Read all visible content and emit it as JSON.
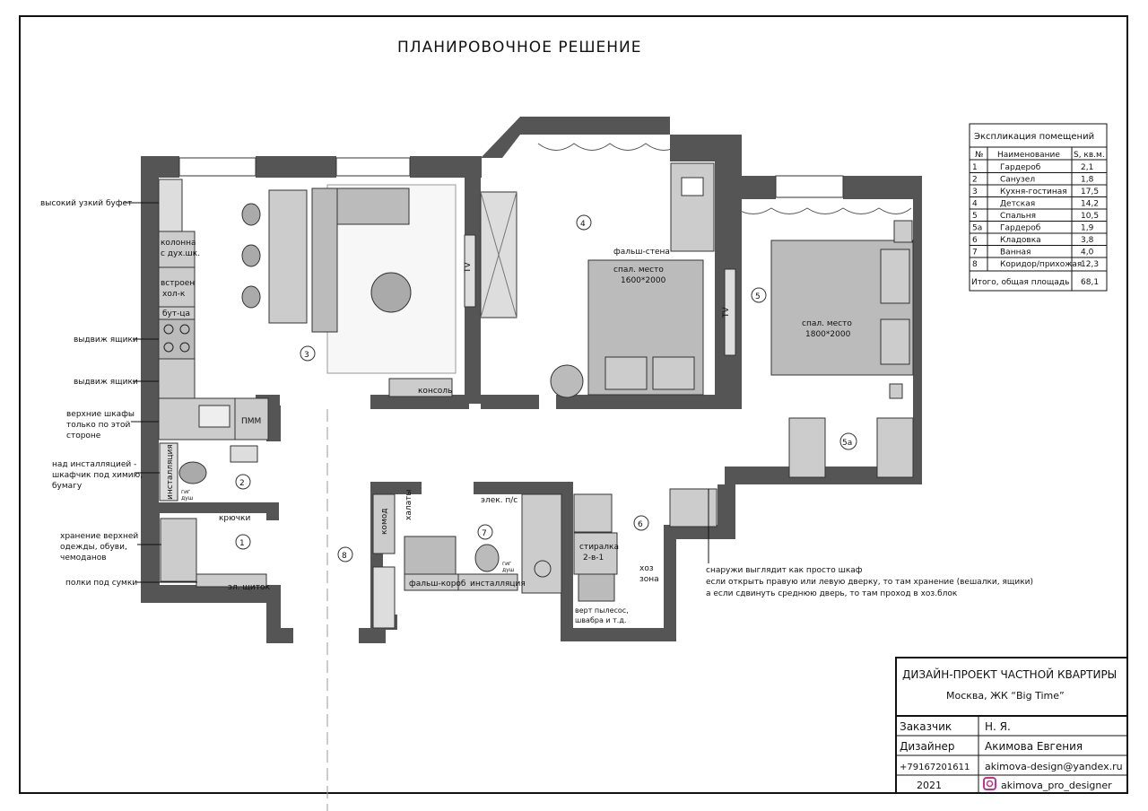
{
  "title": "ПЛАНИРОВОЧНОЕ РЕШЕНИЕ",
  "explication": {
    "title": "Экспликация помещений",
    "headers": [
      "№",
      "Наименование",
      "S, кв.м."
    ],
    "rows": [
      [
        "1",
        "Гардероб",
        "2,1"
      ],
      [
        "2",
        "Санузел",
        "1,8"
      ],
      [
        "3",
        "Кухня-гостиная",
        "17,5"
      ],
      [
        "4",
        "Детская",
        "14,2"
      ],
      [
        "5",
        "Спальня",
        "10,5"
      ],
      [
        "5а",
        "Гардероб",
        "1,9"
      ],
      [
        "6",
        "Кладовка",
        "3,8"
      ],
      [
        "7",
        "Ванная",
        "4,0"
      ],
      [
        "8",
        "Коридор/прихожая",
        "12,3"
      ]
    ],
    "total_label": "Итого, общая площадь",
    "total_value": "68,1"
  },
  "room_numbers": [
    "1",
    "2",
    "3",
    "4",
    "5",
    "5а",
    "6",
    "7",
    "8"
  ],
  "callouts": {
    "buffet": "высокий узкий буфет",
    "drawers1": "выдвиж ящики",
    "drawers2": "выдвиж ящики",
    "upper1": "верхние шкафы",
    "upper2": "только по этой",
    "upper3": "стороне",
    "install1": "над инсталляцией -",
    "install2": "шкафчик под химию,",
    "install3": "бумагу",
    "storage1": "хранение верхней",
    "storage2": "одежды, обуви,",
    "storage3": "чемоданов",
    "shelves": "полки под сумки",
    "closet1": "снаружи выглядит как просто шкаф",
    "closet2": "если открыть правую или левую дверку, то там хранение (вешалки, ящики)",
    "closet3": "а если сдвинуть среднюю дверь, то там проход в хоз.блок"
  },
  "labels": {
    "column1": "колонна",
    "column2": "с дух.шк.",
    "fridge1": "встроен",
    "fridge2": "хол-к",
    "wine": "бут-ца",
    "pmm": "ПММ",
    "tv1": "TV",
    "tv2": "TV",
    "console": "консоль",
    "false_wall": "фальш-стена",
    "bed1a": "спал. место",
    "bed1b": "1600*2000",
    "bed2a": "спал. место",
    "bed2b": "1800*2000",
    "installation_wc": "инсталляция",
    "hyg1": "гиг",
    "hyg2": "душ",
    "hooks": "крючки",
    "panel": "эл. щиток",
    "dresser": "комод",
    "robes": "халаты",
    "elec": "элек. п/с",
    "false_box": "фальш-короб",
    "installation_bath": "инсталляция",
    "hyg3": "гиг",
    "hyg4": "душ",
    "washer1": "стиралка",
    "washer2": "2-в-1",
    "hoz1": "хоз",
    "hoz2": "зона",
    "vac1": "верт пылесос,",
    "vac2": "швабра и т.д."
  },
  "stamp": {
    "project": "ДИЗАЙН-ПРОЕКТ ЧАСТНОЙ КВАРТИРЫ",
    "location": "Москва, ЖК “Big Time”",
    "client_label": "Заказчик",
    "client_value": "Н. Я.",
    "designer_label": "Дизайнер",
    "designer_value": "Акимова Евгения",
    "phone": "+79167201611",
    "email": "akimova-design@yandex.ru",
    "year": "2021",
    "instagram": "akimova_pro_designer"
  }
}
